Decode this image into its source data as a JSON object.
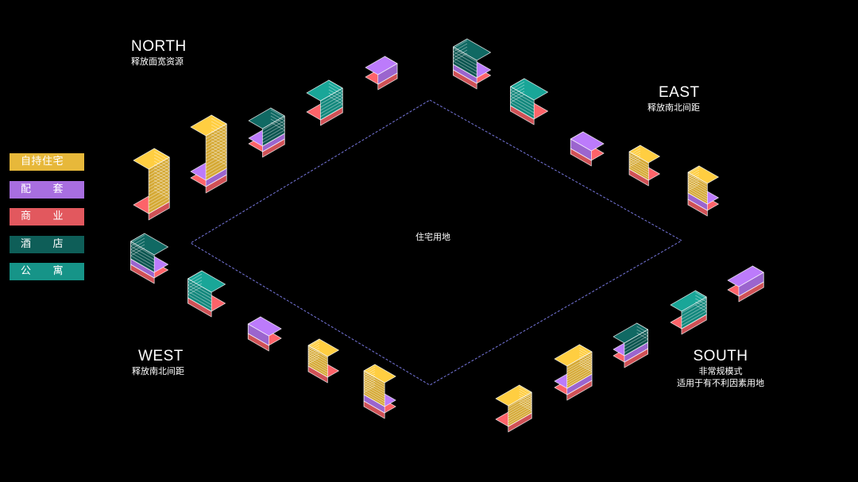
{
  "colors": {
    "residential": "#e7b83a",
    "support": "#a86ee0",
    "commercial": "#e2585e",
    "hotel": "#0e5e58",
    "apartment": "#169488",
    "site_outline": "#7777dd"
  },
  "legend": [
    {
      "key": "residential",
      "label": "自持住宅",
      "color": "#e7b83a"
    },
    {
      "key": "support",
      "label": "配　　套",
      "color": "#a86ee0"
    },
    {
      "key": "commercial",
      "label": "商　　业",
      "color": "#e2585e"
    },
    {
      "key": "hotel",
      "label": "酒　　店",
      "color": "#0e5e58"
    },
    {
      "key": "apartment",
      "label": "公　　寓",
      "color": "#169488"
    }
  ],
  "directions": {
    "north": {
      "en": "NORTH",
      "cn": "释放面宽资源"
    },
    "east": {
      "en": "EAST",
      "cn": "释放南北间距"
    },
    "west": {
      "en": "WEST",
      "cn": "释放南北间距"
    },
    "south": {
      "en": "SOUTH",
      "cn1": "非常规模式",
      "cn2": "适用于有不利因素用地"
    }
  },
  "site_label": "住宅用地"
}
